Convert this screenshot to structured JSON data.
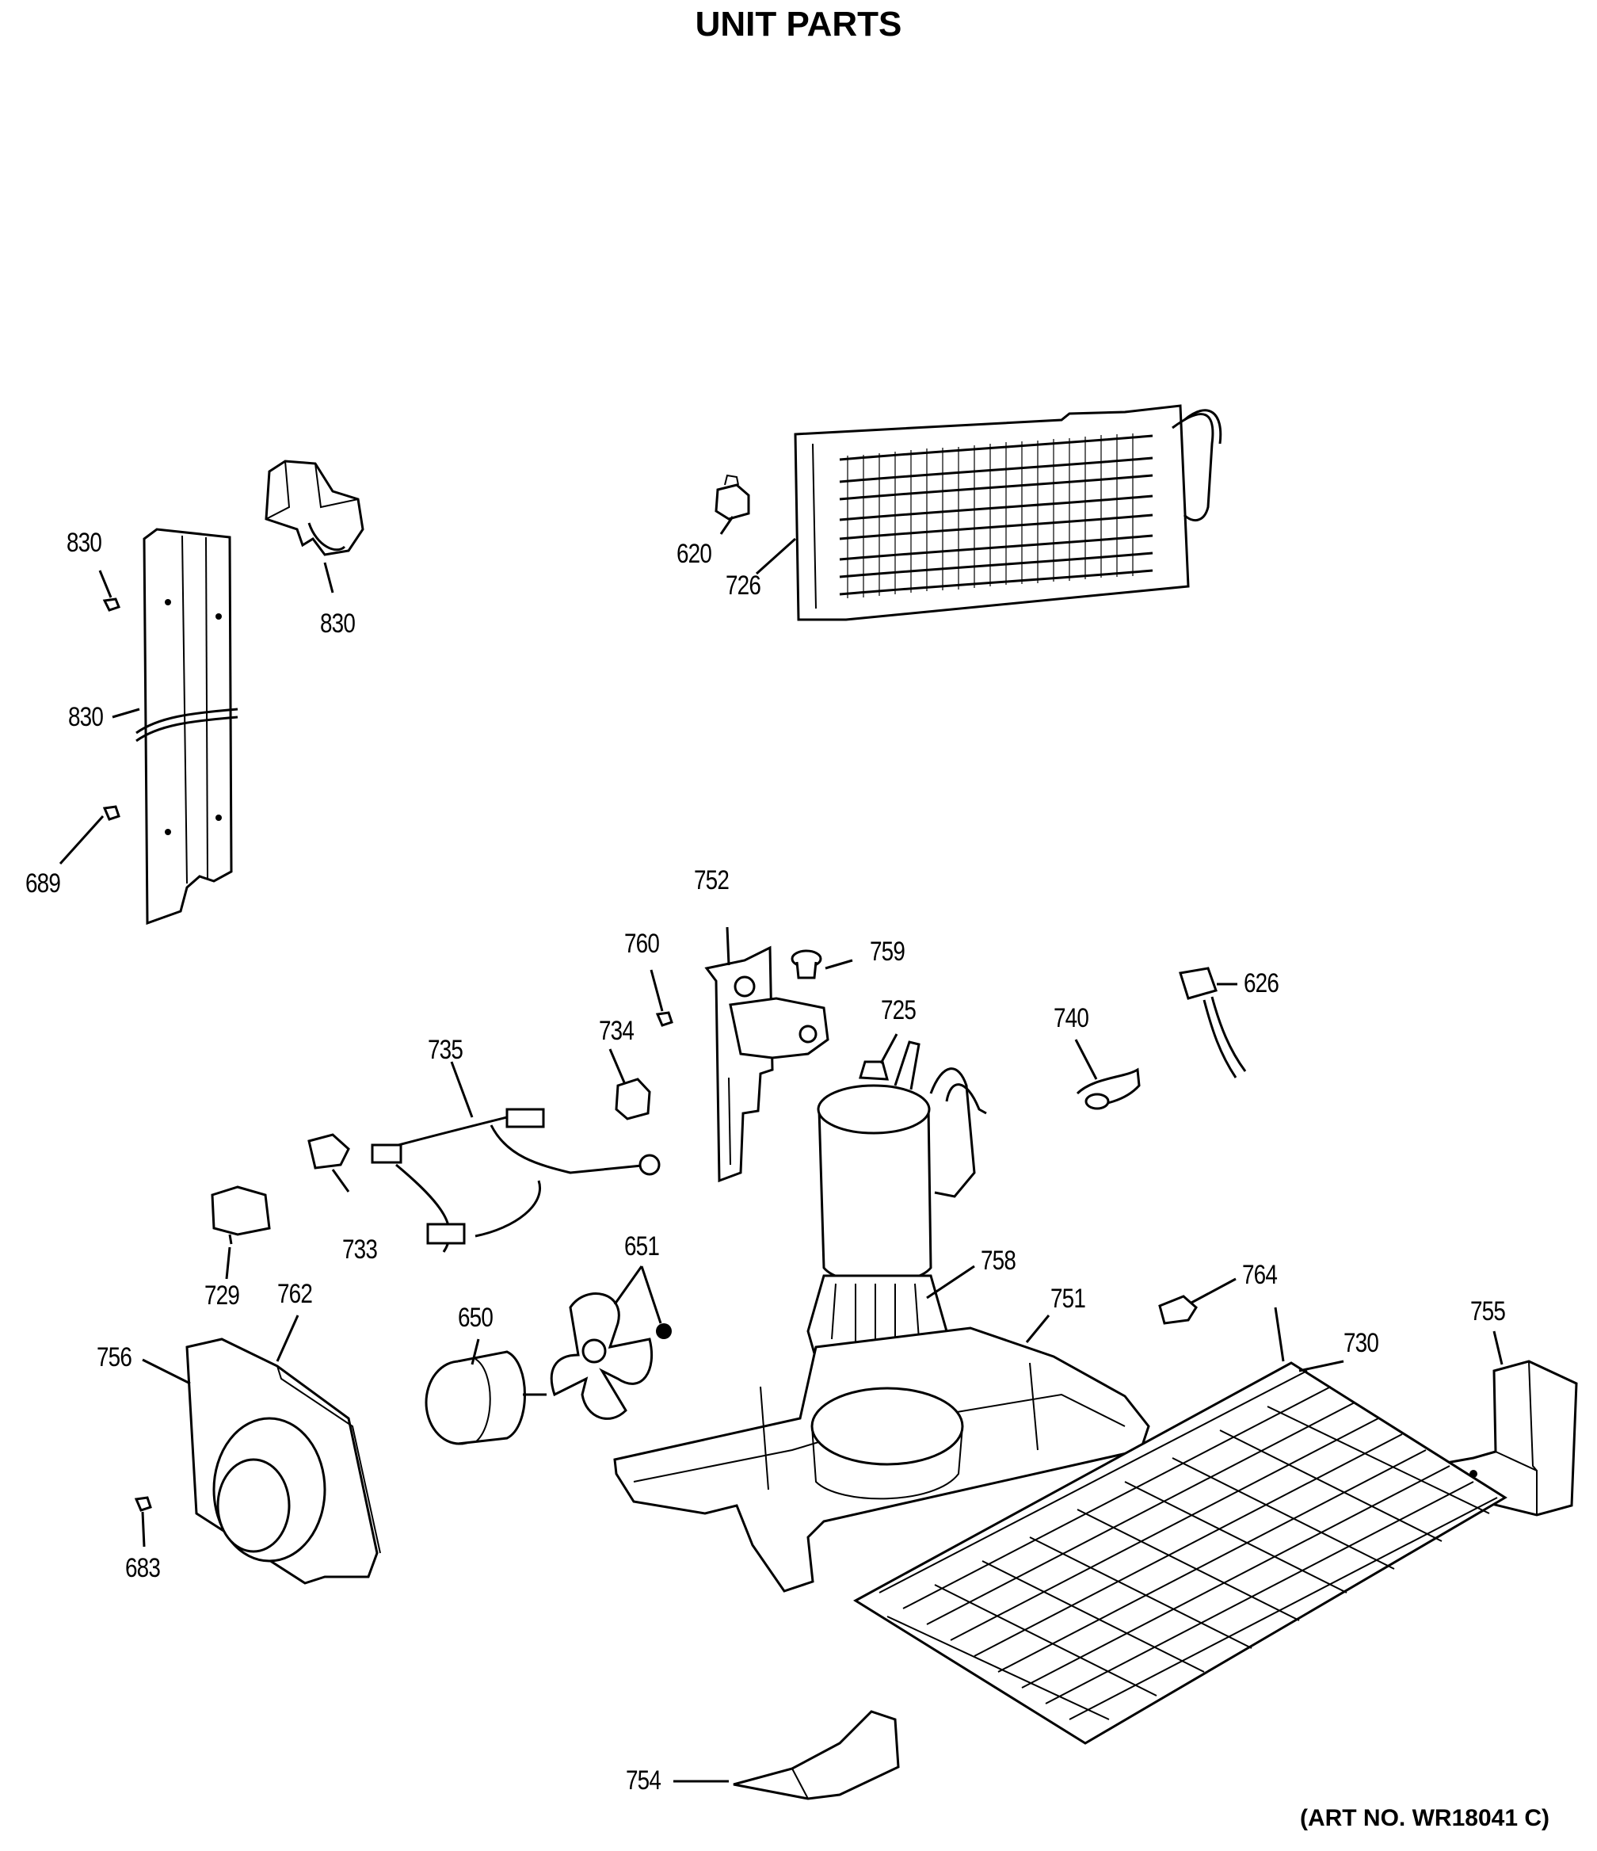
{
  "title": "UNIT PARTS",
  "art_number": "(ART NO. WR18041 C)",
  "callouts": {
    "c830a": "830",
    "c830b": "830",
    "c830c": "830",
    "c689": "689",
    "c620": "620",
    "c726": "726",
    "c752": "752",
    "c760": "760",
    "c759": "759",
    "c725": "725",
    "c740": "740",
    "c626": "626",
    "c735": "735",
    "c734": "734",
    "c733": "733",
    "c729": "729",
    "c762": "762",
    "c756": "756",
    "c651": "651",
    "c650": "650",
    "c758": "758",
    "c751": "751",
    "c764": "764",
    "c755": "755",
    "c730": "730",
    "c683": "683",
    "c754": "754"
  }
}
